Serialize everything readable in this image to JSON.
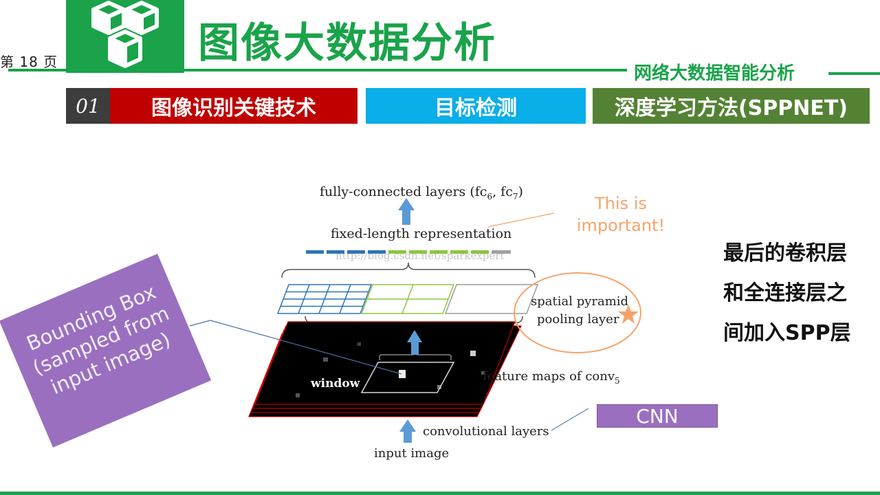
{
  "header": {
    "page_label": "第 18 页",
    "title": "图像大数据分析",
    "subtitle": "网络大数据智能分析"
  },
  "tabs": {
    "number": "01",
    "items": [
      {
        "label": "图像识别关键技术",
        "color": "#c00000"
      },
      {
        "label": "目标检测",
        "color": "#0aaee8"
      },
      {
        "label": "深度学习方法(SPPNET)",
        "color": "#548235"
      }
    ]
  },
  "diagram": {
    "fc_label": "fully-connected layers (fc",
    "fc6": "6",
    "fc_sep": ", fc",
    "fc7": "7",
    "fc_close": ")",
    "fixed_length": "fixed-length representation",
    "watermark": "http://blog.csdn.net/sparkexpert",
    "spp_line1": "spatial pyramid",
    "spp_line2": "pooling layer",
    "window": "window",
    "feature_maps": "feature maps of conv",
    "conv5": "5",
    "conv_layers": "convolutional layers",
    "input_image": "input image"
  },
  "annotations": {
    "important": [
      "This is",
      "important!"
    ],
    "cnn": "CNN",
    "bounding_box": [
      "Bounding Box",
      "(sampled from",
      "input image)"
    ],
    "side_text": [
      "最后的卷积层",
      "和全连接层之",
      "间加入SPP层"
    ]
  },
  "colors": {
    "brand_green": "#1aa34a",
    "purple": "#9a6fbf",
    "annotation_orange": "#f4a46a",
    "arrow_blue": "#5b9bd5",
    "pyramid_blue": "#2e75b6",
    "pyramid_green": "#8cc63f"
  },
  "icons": {
    "logo": "cubes-logo-icon",
    "star": "star-icon"
  }
}
